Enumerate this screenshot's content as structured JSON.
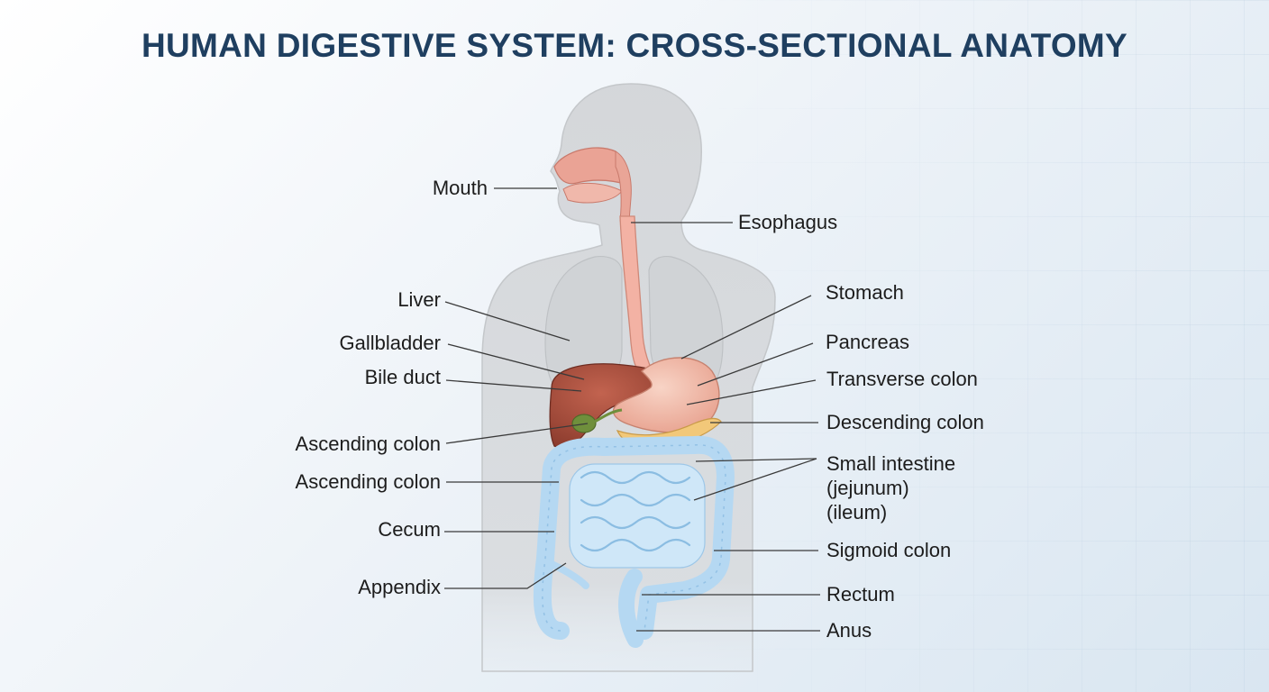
{
  "title": "HUMAN DIGESTIVE SYSTEM: CROSS-SECTIONAL ANATOMY",
  "colors": {
    "title": "#1f3f60",
    "silhouette": "#d5d7da",
    "liver": "#a34a3a",
    "stomach": "#f2b8a8",
    "gallbladder": "#6f8f3c",
    "pancreas": "#f2c879",
    "intestine": "#c6e2f6",
    "esophagus": "#f3b2a4"
  },
  "labels": {
    "mouth": "Mouth",
    "esophagus": "Esophagus",
    "liver": "Liver",
    "stomach": "Stomach",
    "gallbladder": "Gallbladder",
    "pancreas": "Pancreas",
    "bile_duct": "Bile duct",
    "transverse_colon": "Transverse colon",
    "descending_colon": "Descending colon",
    "ascending_colon_1": "Ascending colon",
    "ascending_colon_2": "Ascending colon",
    "small_intestine": "Small intestine",
    "jejunum": "(jejunum)",
    "ileum": "(ileum)",
    "cecum": "Cecum",
    "sigmoid_colon": "Sigmoid colon",
    "appendix": "Appendix",
    "rectum": "Rectum",
    "anus": "Anus"
  }
}
